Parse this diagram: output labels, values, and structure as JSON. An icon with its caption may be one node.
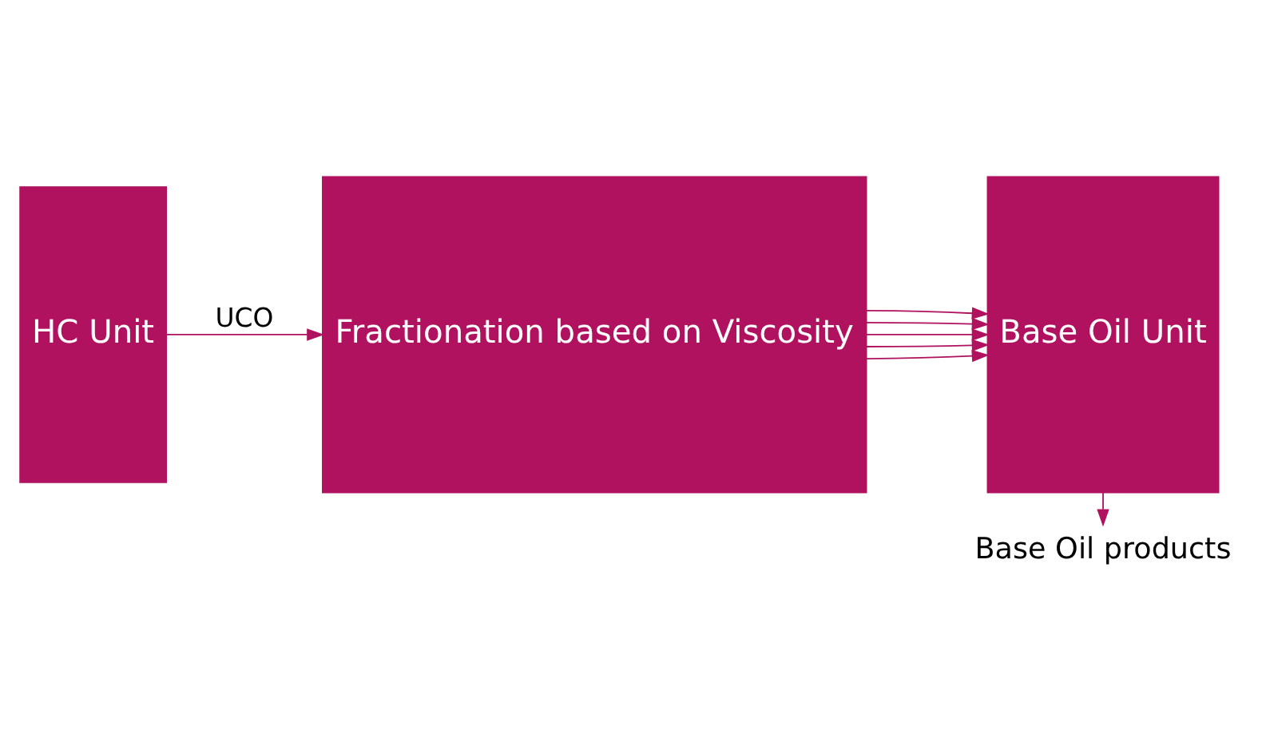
{
  "diagram": {
    "nodes": [
      {
        "text": [
          "HC Unit"
        ]
      },
      {
        "text": [
          "Fractionation based on Viscosity"
        ]
      },
      {
        "text": [
          "Base Oil Unit"
        ]
      },
      {
        "text": [
          "Base Oil products"
        ]
      }
    ],
    "edges": [
      {
        "from": 0,
        "to": 1,
        "arrow": "to",
        "label": "UCO"
      },
      {
        "from": 1,
        "to": 2,
        "arrow": "to"
      },
      {
        "from": 1,
        "to": 2,
        "arrow": "to"
      },
      {
        "from": 1,
        "to": 2,
        "arrow": "to"
      },
      {
        "from": 1,
        "to": 2,
        "arrow": "to"
      },
      {
        "from": 1,
        "to": 2,
        "arrow": "to"
      },
      {
        "from": 2,
        "to": 3,
        "arrow": "to"
      }
    ]
  }
}
